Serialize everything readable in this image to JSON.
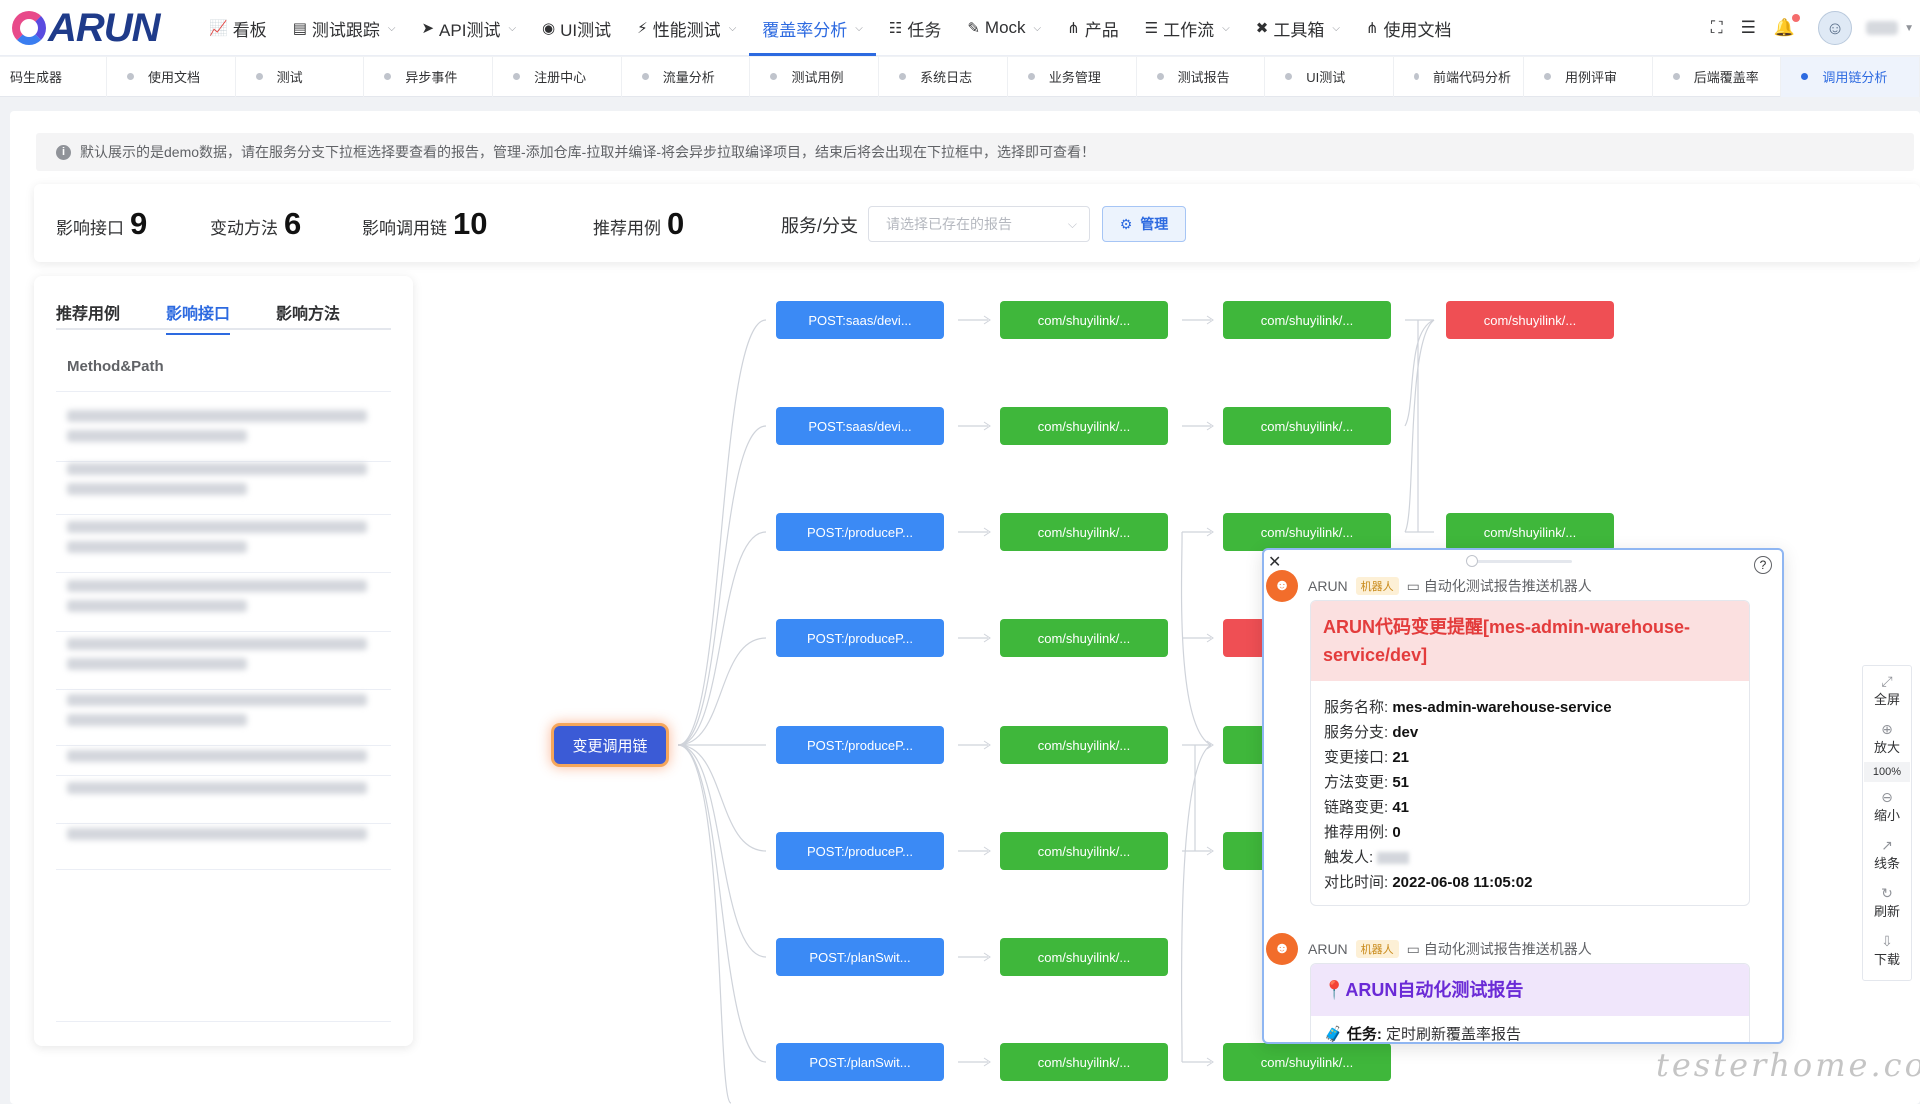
{
  "app": {
    "logo_text": "ARUN"
  },
  "nav": {
    "items": [
      {
        "label": "看板",
        "icon": "chart-icon",
        "chev": false
      },
      {
        "label": "测试跟踪",
        "icon": "doc-icon",
        "chev": true
      },
      {
        "label": "API测试",
        "icon": "send-icon",
        "chev": true
      },
      {
        "label": "UI测试",
        "icon": "compass-icon",
        "chev": false
      },
      {
        "label": "性能测试",
        "icon": "bolt-icon",
        "chev": true
      },
      {
        "label": "覆盖率分析",
        "icon": "",
        "chev": true,
        "active": true
      },
      {
        "label": "任务",
        "icon": "list-icon",
        "chev": false
      },
      {
        "label": "Mock",
        "icon": "wand-icon",
        "chev": true
      },
      {
        "label": "产品",
        "icon": "share-icon",
        "chev": false
      },
      {
        "label": "工作流",
        "icon": "sliders-icon",
        "chev": true
      },
      {
        "label": "工具箱",
        "icon": "tools-icon",
        "chev": true
      },
      {
        "label": "使用文档",
        "icon": "share-icon",
        "chev": false
      }
    ]
  },
  "tabs": [
    "码生成器",
    "使用文档",
    "测试",
    "异步事件",
    "注册中心",
    "流量分析",
    "测试用例",
    "系统日志",
    "业务管理",
    "测试报告",
    "UI测试",
    "前端代码分析",
    "用例评审",
    "后端覆盖率",
    "调用链分析"
  ],
  "notice": "默认展示的是demo数据，请在服务分支下拉框选择要查看的报告，管理-添加仓库-拉取并编译-将会异步拉取编译项目，结束后将会出现在下拉框中，选择即可查看！",
  "stats": {
    "impact_api_label": "影响接口",
    "impact_api": "9",
    "changed_methods_label": "变动方法",
    "changed_methods": "6",
    "impact_chains_label": "影响调用链",
    "impact_chains": "10",
    "recommended_label": "推荐用例",
    "recommended": "0",
    "service_label": "服务/分支",
    "service_placeholder": "请选择已存在的报告",
    "manage_label": "管理"
  },
  "left": {
    "tabs": [
      "推荐用例",
      "影响接口",
      "影响方法"
    ],
    "active_tab": 1,
    "column_header": "Method&Path"
  },
  "flow": {
    "root": "变更调用链",
    "rows": [
      {
        "api": "POST:saas/devi...",
        "c1": "com/shuyilink/...",
        "c2": "com/shuyilink/...",
        "c3": "com/shuyilink/...",
        "c3color": "red"
      },
      {
        "api": "POST:saas/devi...",
        "c1": "com/shuyilink/...",
        "c2": "com/shuyilink/..."
      },
      {
        "api": "POST:/produceP...",
        "c1": "com/shuyilink/...",
        "c2": "com/shuyilink/...",
        "c3": "com/shuyilink/...",
        "c3color": "green"
      },
      {
        "api": "POST:/produceP...",
        "c1": "com/shuyilink/...",
        "c2": "",
        "c2color": "red"
      },
      {
        "api": "POST:/produceP...",
        "c1": "com/shuyilink/...",
        "c2": ""
      },
      {
        "api": "POST:/produceP...",
        "c1": "com/shuyilink/...",
        "c2": ""
      },
      {
        "api": "POST:/planSwit...",
        "c1": "com/shuyilink/..."
      },
      {
        "api": "POST:/planSwit...",
        "c1": "com/shuyilink/...",
        "c2": "com/shuyilink/..."
      }
    ]
  },
  "popup": {
    "sender": "ARUN",
    "bot_tag": "机器人",
    "bot_name": "自动化测试报告推送机器人",
    "msg1": {
      "title": "ARUN代码变更提醒[mes-admin-warehouse-service/dev]",
      "lines": [
        {
          "k": "服务名称: ",
          "v": "mes-admin-warehouse-service"
        },
        {
          "k": "服务分支: ",
          "v": "dev"
        },
        {
          "k": "变更接口: ",
          "v": "21"
        },
        {
          "k": "方法变更: ",
          "v": "51"
        },
        {
          "k": "链路变更: ",
          "v": "41"
        },
        {
          "k": "推荐用例: ",
          "v": "0"
        },
        {
          "k": "触发人: ",
          "v": ""
        },
        {
          "k": "对比时间: ",
          "v": "2022-06-08 11:05:02"
        }
      ]
    },
    "msg2": {
      "title": "ARUN自动化测试报告",
      "task_label": "任务: ",
      "task_value": "定时刷新覆盖率报告"
    }
  },
  "sidetools": [
    {
      "label": "全屏",
      "icon": "fullscreen-icon"
    },
    {
      "label": "放大",
      "icon": "zoom-in-icon"
    },
    {
      "label": "100%",
      "icon": "",
      "zoom": true
    },
    {
      "label": "缩小",
      "icon": "zoom-out-icon"
    },
    {
      "label": "线条",
      "icon": "line-icon"
    },
    {
      "label": "刷新",
      "icon": "refresh-icon"
    },
    {
      "label": "下载",
      "icon": "download-icon"
    }
  ],
  "watermark": "testerhome.com"
}
